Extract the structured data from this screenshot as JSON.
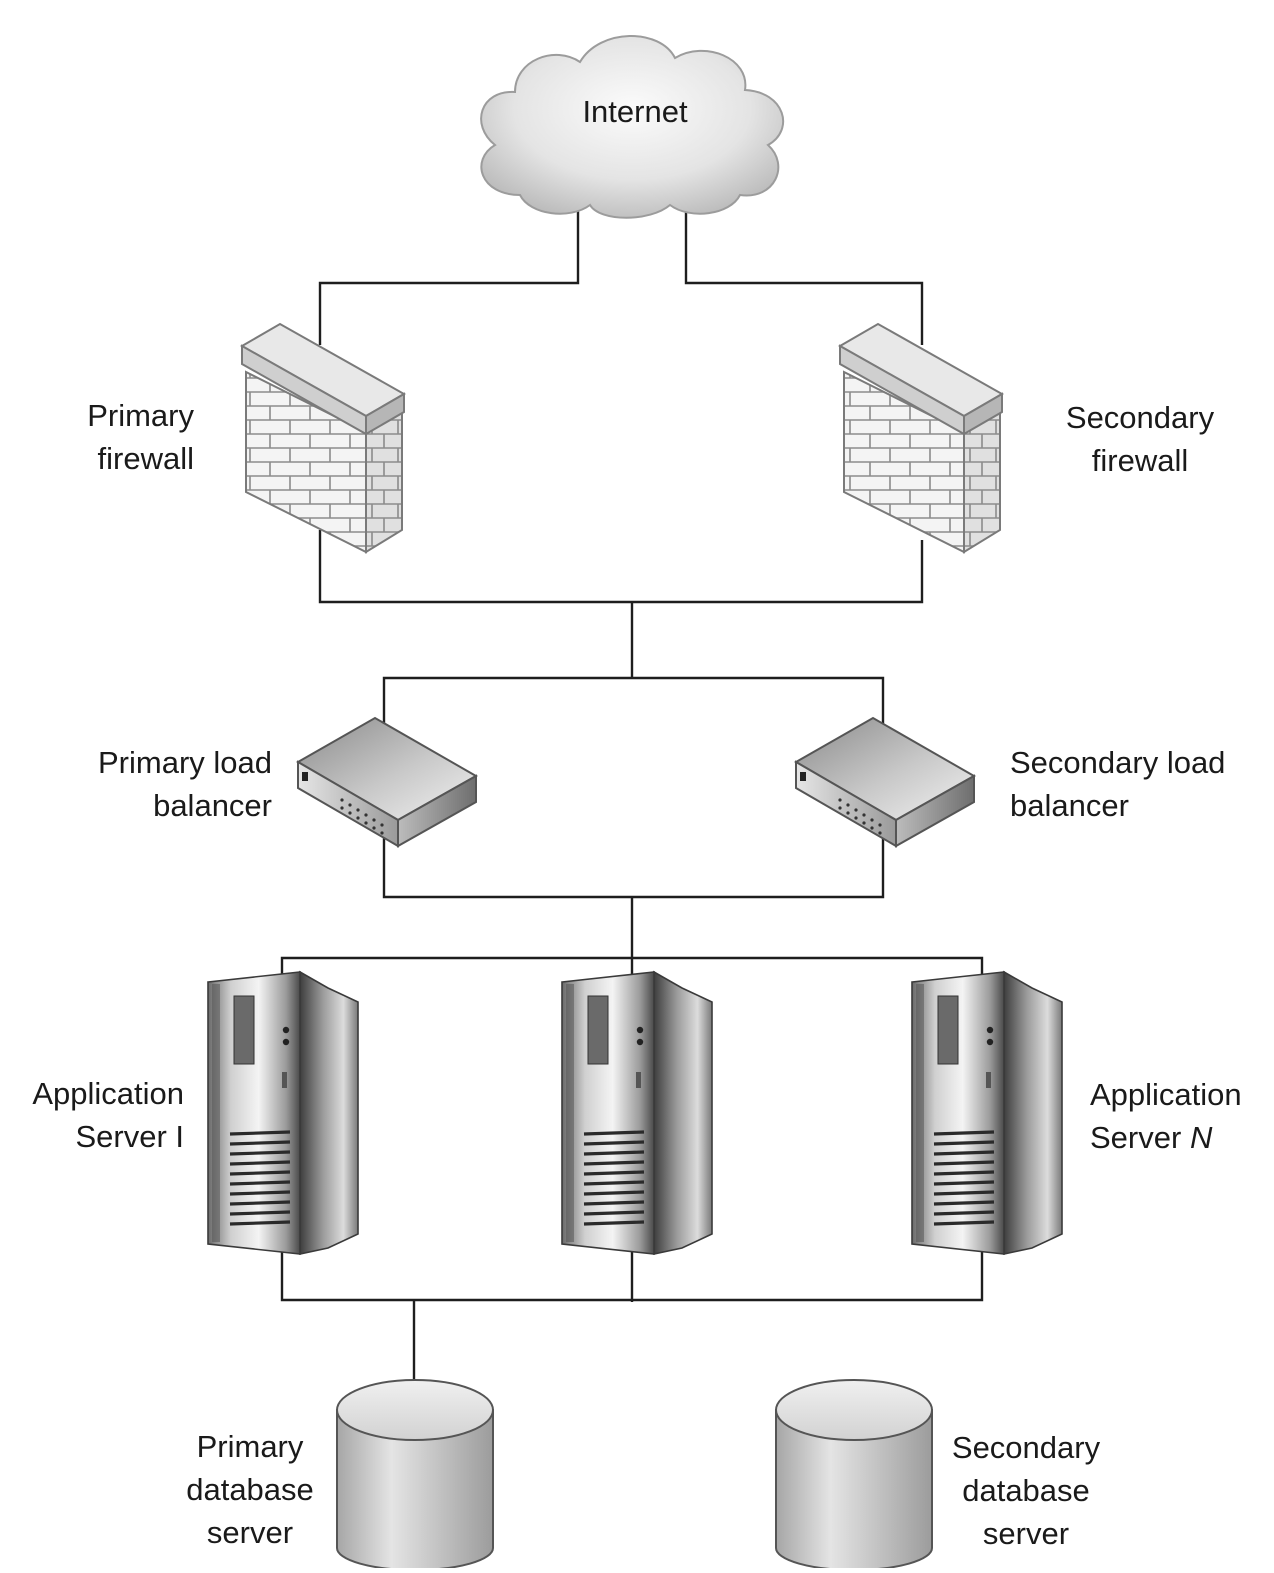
{
  "nodes": {
    "internet": {
      "label": "Internet"
    },
    "primary_firewall": {
      "line1": "Primary",
      "line2": "firewall"
    },
    "secondary_firewall": {
      "line1": "Secondary",
      "line2": "firewall"
    },
    "primary_load_balancer": {
      "line1": "Primary load",
      "line2": "balancer"
    },
    "secondary_load_balancer": {
      "line1": "Secondary load",
      "line2": "balancer"
    },
    "app_server_1": {
      "line1": "Application",
      "line2": "Server I"
    },
    "app_server_n": {
      "line1": "Application",
      "line2_prefix": "Server",
      "line2_italic": "N"
    },
    "primary_db": {
      "line1": "Primary",
      "line2": "database",
      "line3": "server"
    },
    "secondary_db": {
      "line1": "Secondary",
      "line2": "database",
      "line3": "server"
    }
  },
  "edges": [
    {
      "from": "Internet",
      "to": "Primary firewall"
    },
    {
      "from": "Internet",
      "to": "Secondary firewall"
    },
    {
      "from": "Primary firewall",
      "to": "Primary load balancer"
    },
    {
      "from": "Primary firewall",
      "to": "Secondary load balancer"
    },
    {
      "from": "Secondary firewall",
      "to": "Primary load balancer"
    },
    {
      "from": "Secondary firewall",
      "to": "Secondary load balancer"
    },
    {
      "from": "Primary load balancer",
      "to": "Application Server I"
    },
    {
      "from": "Primary load balancer",
      "to": "Application server (middle)"
    },
    {
      "from": "Primary load balancer",
      "to": "Application Server N"
    },
    {
      "from": "Secondary load balancer",
      "to": "Application Server I"
    },
    {
      "from": "Secondary load balancer",
      "to": "Application server (middle)"
    },
    {
      "from": "Secondary load balancer",
      "to": "Application Server N"
    },
    {
      "from": "Application servers",
      "to": "Primary database server"
    }
  ]
}
